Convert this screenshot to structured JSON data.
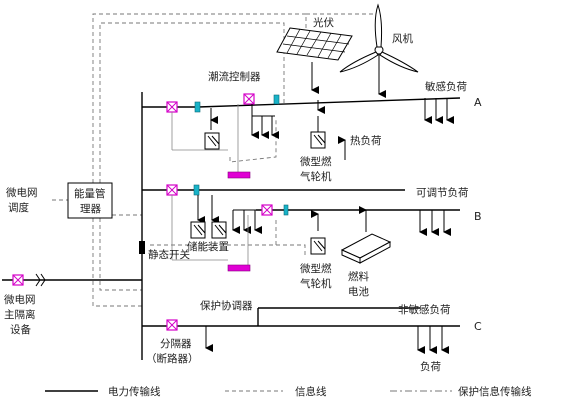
{
  "colors": {
    "power_line": "#000000",
    "info_line": "#777777",
    "switch": "#d400c8",
    "sensor": "#19b3c8",
    "storage_bar": "#e000d4"
  },
  "labels": {
    "pv": "光伏",
    "wind": "风机",
    "flow_controller": "潮流控制器",
    "sensitive_load": "敏感负荷",
    "bus_a": "A",
    "heat_load": "热负荷",
    "microturbine_1_line1": "微型燃",
    "microturbine_1_line2": "气轮机",
    "adjustable_load": "可调节负荷",
    "bus_b": "B",
    "storage": "储能装置",
    "static_switch": "静态开关",
    "microturbine_2_line1": "微型燃",
    "microturbine_2_line2": "气轮机",
    "fuel_cell_line1": "燃料",
    "fuel_cell_line2": "电池",
    "grid_dispatch_line1": "微电网",
    "grid_dispatch_line2": "调度",
    "ems_line1": "能量管",
    "ems_line2": "理器",
    "main_isolation_line1": "微电网",
    "main_isolation_line2": "主隔离",
    "main_isolation_line3": "设备",
    "protection_coordinator": "保护协调器",
    "nonsensitive_load": "非敏感负荷",
    "bus_c": "C",
    "isolator_line1": "分隔器",
    "isolator_line2": "（断路器）",
    "load": "负荷"
  },
  "legend": [
    {
      "label": "电力传输线",
      "style": "solid"
    },
    {
      "label": "信息线",
      "style": "dashed"
    },
    {
      "label": "保护信息传输线",
      "style": "dash-dot"
    }
  ]
}
